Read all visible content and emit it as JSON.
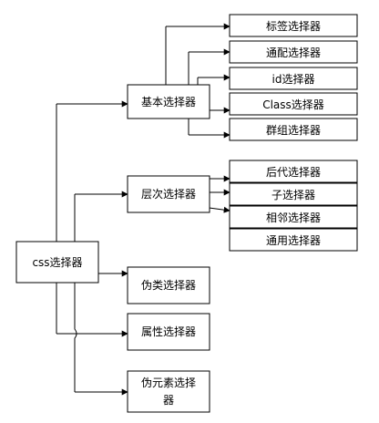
{
  "diagram": {
    "root": "css选择器",
    "categories": {
      "basic": "基本选择器",
      "hierarchy": "层次选择器",
      "pseudo_class": "伪类选择器",
      "attribute": "属性选择器",
      "pseudo_element_line1": "伪元素选择",
      "pseudo_element_line2": "器"
    },
    "basic_children": [
      "标签选择器",
      "通配选择器",
      "id选择器",
      "Class选择器",
      "群组选择器"
    ],
    "hierarchy_children": [
      "后代选择器",
      "子选择器",
      "相邻选择器",
      "通用选择器"
    ]
  }
}
